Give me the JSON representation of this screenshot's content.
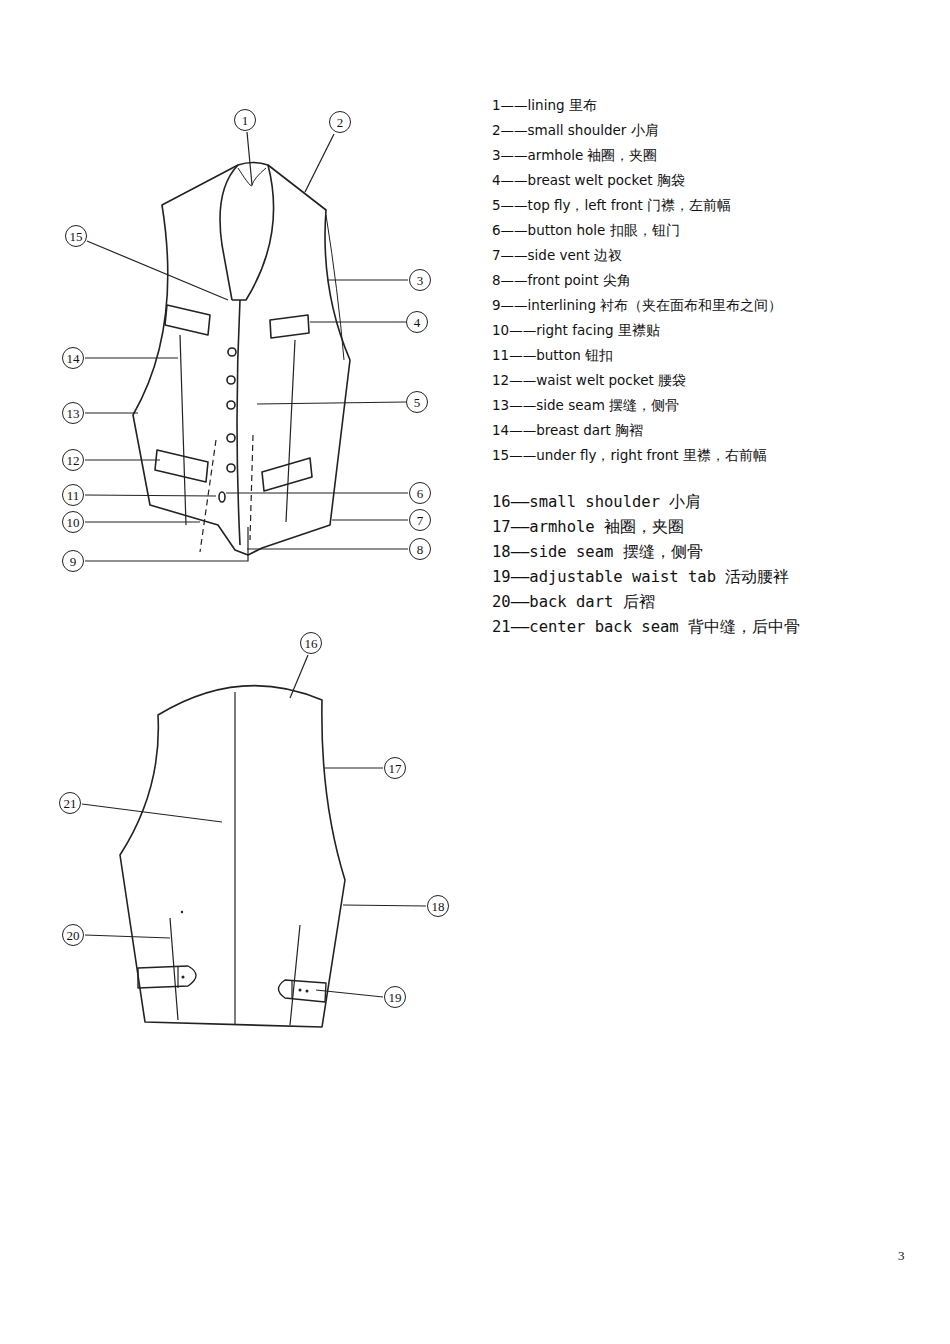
{
  "diagram": {
    "nodes": [
      {
        "text": [
          "1"
        ]
      },
      {
        "text": [
          "2"
        ]
      },
      {
        "text": [
          "3"
        ]
      },
      {
        "text": [
          "4"
        ]
      },
      {
        "text": [
          "5"
        ]
      },
      {
        "text": [
          "6"
        ]
      },
      {
        "text": [
          "7"
        ]
      },
      {
        "text": [
          "8"
        ]
      },
      {
        "text": [
          "9"
        ]
      },
      {
        "text": [
          "10"
        ]
      },
      {
        "text": [
          "11"
        ]
      },
      {
        "text": [
          "12"
        ]
      },
      {
        "text": [
          "13"
        ]
      },
      {
        "text": [
          "14"
        ]
      },
      {
        "text": [
          "15"
        ]
      },
      {
        "text": [
          "16"
        ]
      },
      {
        "text": [
          "17"
        ]
      },
      {
        "text": [
          "18"
        ]
      },
      {
        "text": [
          "19"
        ]
      },
      {
        "text": [
          "20"
        ]
      },
      {
        "text": [
          "21"
        ]
      }
    ],
    "labels": [
      "1——lining 里布",
      "2——small shoulder 小肩",
      "3——armhole 袖圈，夹圈",
      "4——breast welt pocket 胸袋",
      "5——top fly，left front 门襟，左前幅",
      "6——button hole 扣眼，钮门",
      "7——side vent 边衩",
      "8——front point 尖角",
      "9——interlining 衬布（夹在面布和里布之间）",
      "10——right facing 里襟贴",
      "11——button 钮扣",
      "12——waist welt pocket 腰袋",
      "13——side seam 摆缝，侧骨",
      "14——breast dart 胸褶",
      "15——under fly，right front 里襟，右前幅",
      "16——small shoulder 小肩",
      "17——armhole 袖圈，夹圈",
      "18——side seam 摆缝，侧骨",
      "19——adjustable waist tab 活动腰袢",
      "20——back dart 后褶",
      "21——center back seam 背中缝，后中骨",
      "3"
    ]
  }
}
